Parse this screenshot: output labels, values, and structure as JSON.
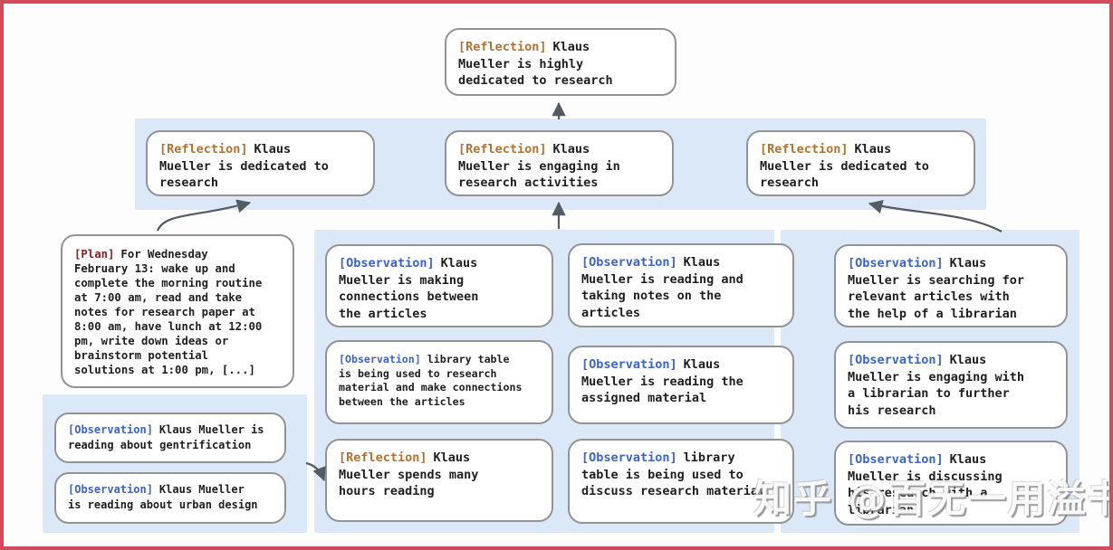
{
  "colors": {
    "frame": "#d34a5c",
    "band": "#dbe8f8",
    "node_border": "#939393",
    "reflection_tag": "#b5722e",
    "plan_tag": "#8e1c1c",
    "observation_tag": "#3a64c8",
    "body_text": "#1f1f1f",
    "arrow": "#555b63"
  },
  "watermark": {
    "text": "知乎 @百无一用溢书生"
  },
  "nodes": {
    "top": {
      "label": "[Reflection]",
      "text": "Klaus\nMueller is highly\ndedicated to research"
    },
    "r2_left": {
      "label": "[Reflection]",
      "text": "Klaus\nMueller is dedicated to\nresearch"
    },
    "r2_mid": {
      "label": "[Reflection]",
      "text": "Klaus\nMueller is engaging in\nresearch activities"
    },
    "r2_right": {
      "label": "[Reflection]",
      "text": "Klaus\nMueller is dedicated to\nresearch"
    },
    "plan": {
      "label": "[Plan]",
      "text": "For Wednesday\nFebruary 13: wake up and\ncomplete the morning routine\nat 7:00 am, read and take\nnotes for research paper at\n8:00 am, have lunch at 12:00\npm, write down ideas or\nbrainstorm potential\nsolutions at 1:00 pm, [...]"
    },
    "obs_gentrification": {
      "label": "[Observation]",
      "text": "Klaus Mueller is\nreading about gentrification"
    },
    "obs_urban": {
      "label": "[Observation]",
      "text": "Klaus Mueller\nis reading about urban design"
    },
    "obs_connections": {
      "label": "[Observation]",
      "text": "Klaus\nMueller is making\nconnections between\nthe articles"
    },
    "obs_library_research": {
      "label": "[Observation]",
      "text": "library table\nis being used to research\nmaterial and make connections\nbetween the articles"
    },
    "refl_hours": {
      "label": "[Reflection]",
      "text": "Klaus\nMueller spends many\nhours reading"
    },
    "obs_notes": {
      "label": "[Observation]",
      "text": "Klaus\nMueller is reading and\ntaking notes on the\narticles"
    },
    "obs_assigned": {
      "label": "[Observation]",
      "text": "Klaus\nMueller is reading the\nassigned material"
    },
    "obs_library_discuss": {
      "label": "[Observation]",
      "text": "library\ntable is being used to\ndiscuss research material"
    },
    "obs_search_librarian": {
      "label": "[Observation]",
      "text": "Klaus\nMueller is searching for\nrelevant articles with\nthe help of a librarian"
    },
    "obs_engage_librarian": {
      "label": "[Observation]",
      "text": "Klaus\nMueller is engaging with\na librarian to further\nhis research"
    },
    "obs_discuss_librarian": {
      "label": "[Observation]",
      "text": "Klaus\nMueller is discussing\nhis research with a\nlibrarian"
    }
  }
}
